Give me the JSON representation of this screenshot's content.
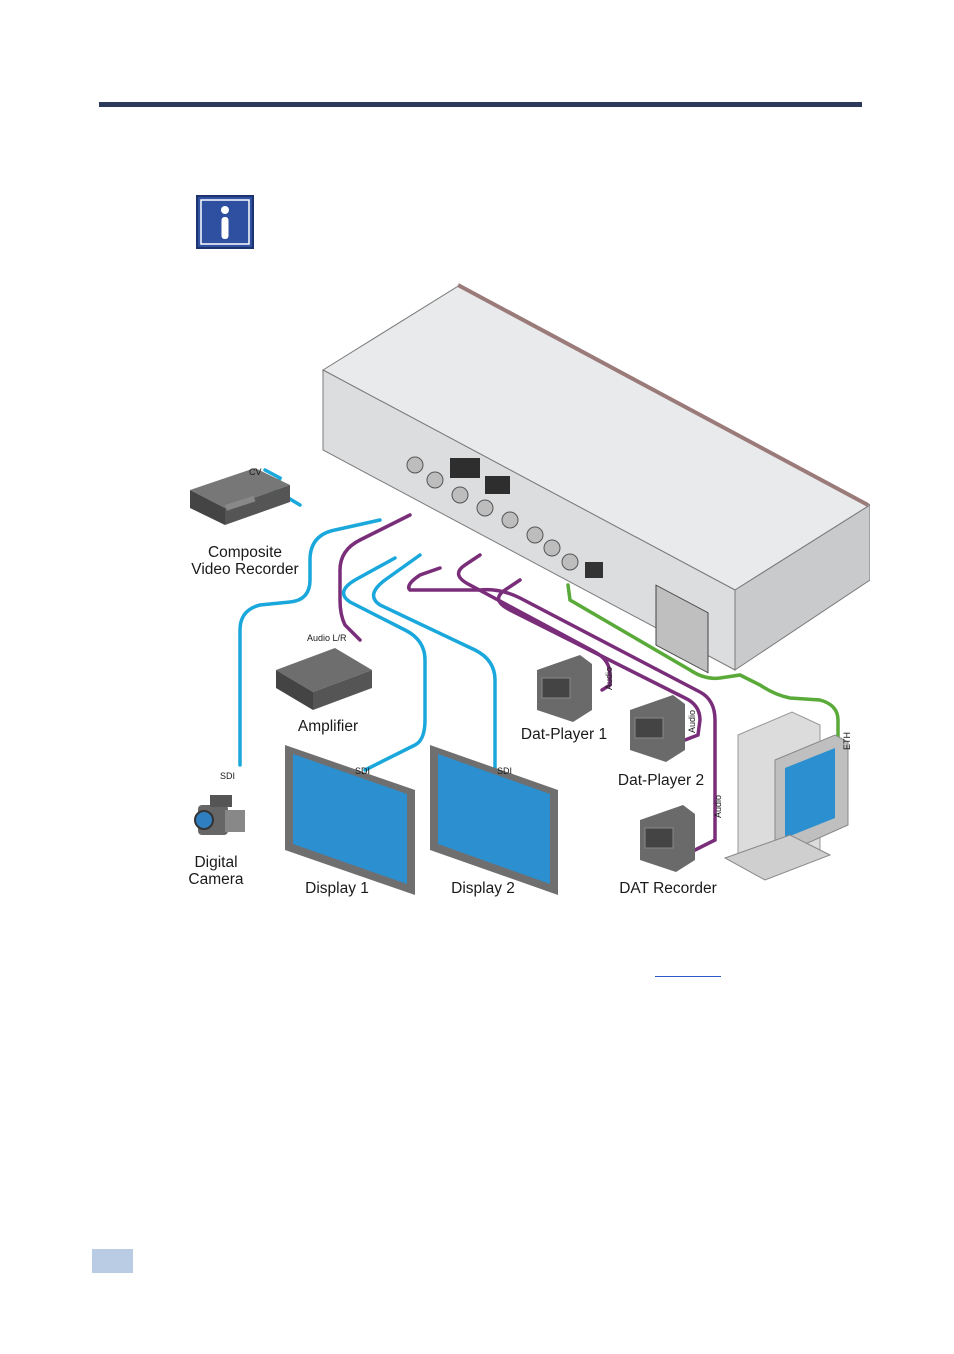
{
  "diagram": {
    "devices": {
      "composite_recorder": "Composite\nVideo Recorder",
      "amplifier": "Amplifier",
      "digital_camera": "Digital\nCamera",
      "display1": "Display 1",
      "display2": "Display 2",
      "dat_player1": "Dat-Player 1",
      "dat_player2": "Dat-Player 2",
      "dat_recorder": "DAT Recorder"
    },
    "cable_labels": {
      "cv": "CV",
      "audio_lr": "Audio L/R",
      "sdi_camera": "SDI",
      "sdi_display1": "SDI",
      "sdi_display2": "SDI",
      "audio_player1": "Audio",
      "audio_player2": "Audio",
      "audio_recorder": "Audio",
      "eth": "ETH"
    },
    "colors": {
      "sdi": "#1aa8dc",
      "audio": "#7a2e7a",
      "eth": "#5aaa3a",
      "rule": "#2b3a59",
      "info_icon": "#2f4fa0"
    }
  }
}
